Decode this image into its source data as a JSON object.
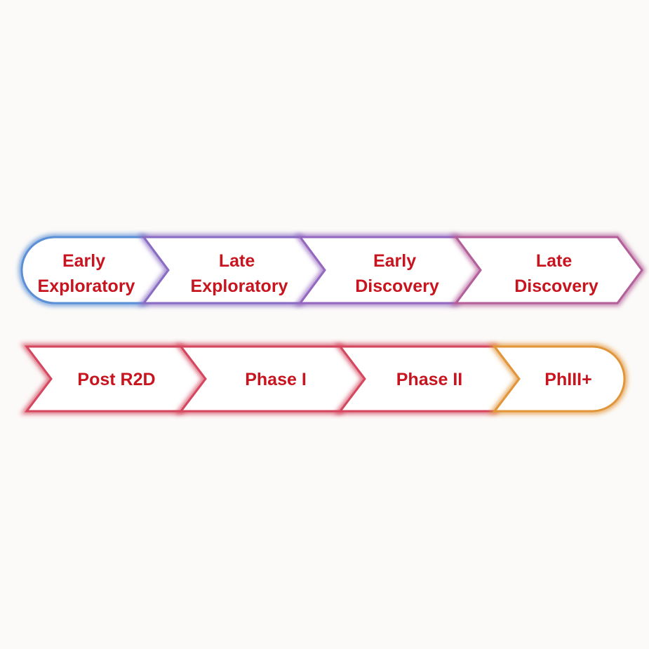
{
  "process_flow": {
    "rows": [
      {
        "stages": [
          {
            "lines": [
              "Early",
              "Exploratory"
            ],
            "color": "#5b8fd6"
          },
          {
            "lines": [
              "Late",
              "Exploratory"
            ],
            "color": "#8a6cc4"
          },
          {
            "lines": [
              "Early",
              "Discovery"
            ],
            "color": "#9467c0"
          },
          {
            "lines": [
              "Late",
              "Discovery"
            ],
            "color": "#b45f9a"
          }
        ]
      },
      {
        "stages": [
          {
            "lines": [
              "Post R2D"
            ],
            "color": "#d4475e"
          },
          {
            "lines": [
              "Phase I"
            ],
            "color": "#d4475e"
          },
          {
            "lines": [
              "Phase II"
            ],
            "color": "#d4475e"
          },
          {
            "lines": [
              "PhIII+"
            ],
            "color": "#e2963a"
          }
        ]
      }
    ],
    "colors": {
      "label_text": "#c8141e",
      "shape_fill": "#ffffff",
      "background": "#fbfaf8"
    }
  }
}
